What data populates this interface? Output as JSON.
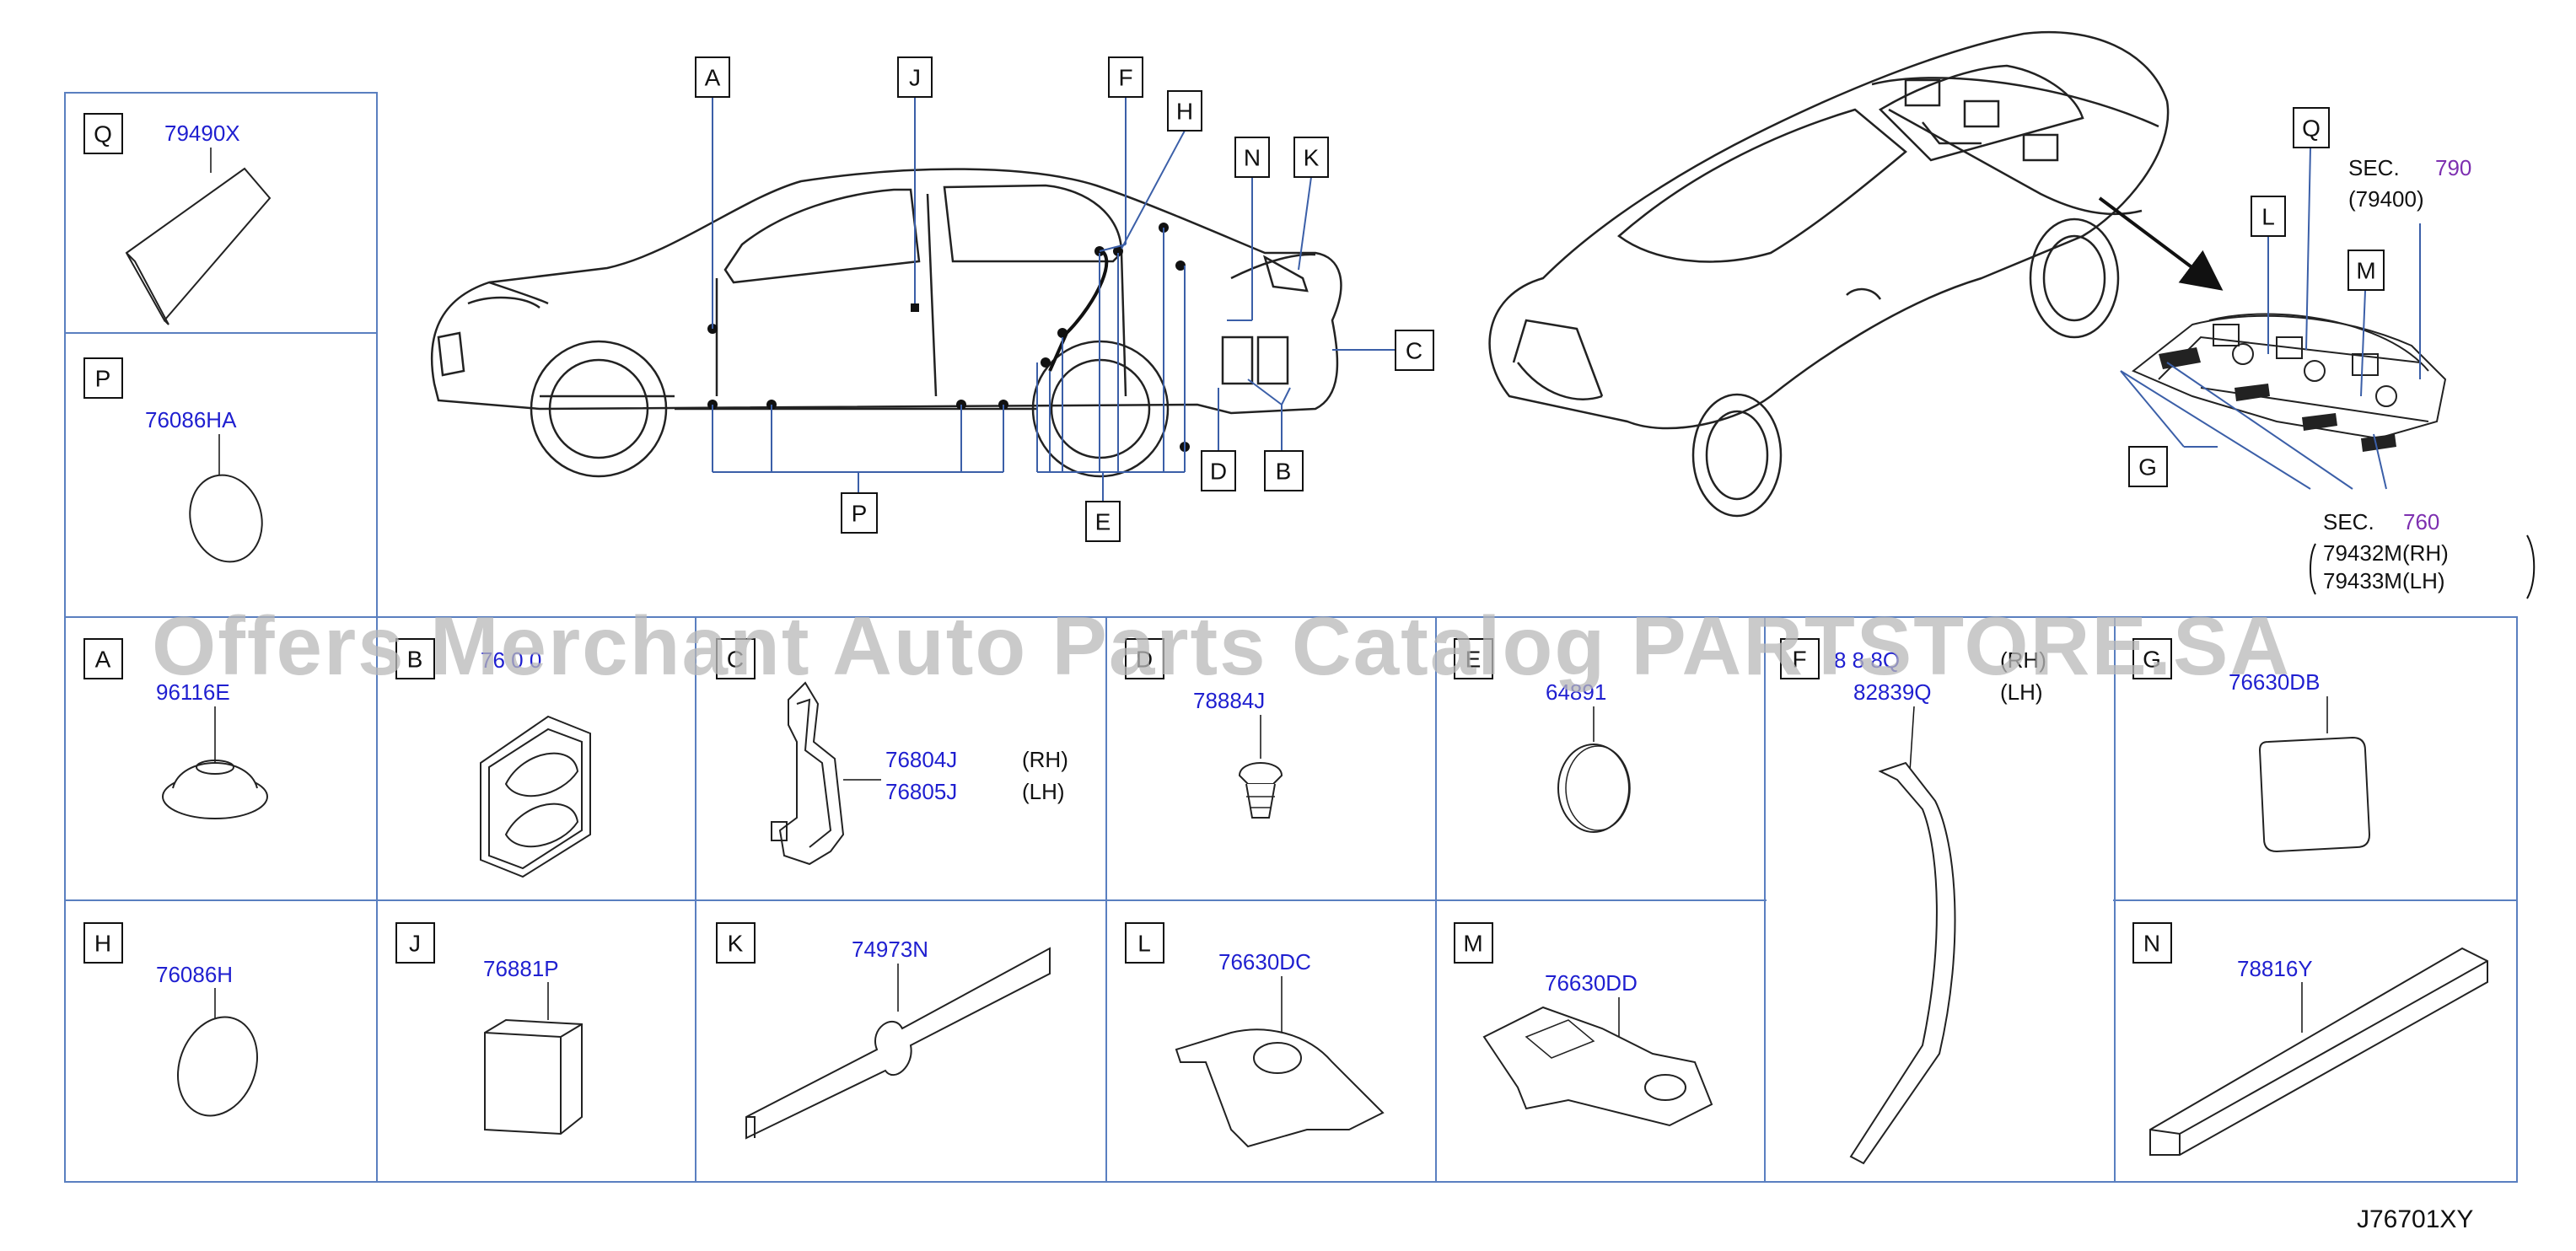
{
  "diagram_code": "J76701XY",
  "watermark": "Offers Merchant Auto Parts Catalog PARTSTORE.SA",
  "colors": {
    "grid": "#5a7fc0",
    "part_number": "#1f1fd0",
    "section_ref": "#7d2fb0"
  },
  "overview": {
    "side_callouts": [
      "A",
      "J",
      "F",
      "H",
      "N",
      "K",
      "C",
      "B",
      "D",
      "E",
      "P"
    ],
    "rear_callouts": [
      "Q",
      "L",
      "M",
      "G"
    ],
    "sec_upper": {
      "label": "SEC.",
      "number": "790",
      "ref": "(79400)"
    },
    "sec_lower": {
      "label": "SEC.",
      "number": "760",
      "ref_rh": "79432M(RH)",
      "ref_lh": "79433M(LH)"
    }
  },
  "cells": {
    "Q": {
      "letter": "Q",
      "part": "79490X"
    },
    "P": {
      "letter": "P",
      "part": "76086HA"
    },
    "A": {
      "letter": "A",
      "part": "96116E"
    },
    "B": {
      "letter": "B",
      "part": "76 0 0"
    },
    "C": {
      "letter": "C",
      "part_rh": "76804J",
      "side_rh": "(RH)",
      "part_lh": "76805J",
      "side_lh": "(LH)"
    },
    "D": {
      "letter": "D",
      "part": "78884J"
    },
    "E": {
      "letter": "E",
      "part": "64891"
    },
    "F": {
      "letter": "F",
      "part_rh": "8 8 8Q",
      "side_rh": "(RH)",
      "part_lh": "82839Q",
      "side_lh": "(LH)"
    },
    "G": {
      "letter": "G",
      "part": "76630DB"
    },
    "H": {
      "letter": "H",
      "part": "76086H"
    },
    "J": {
      "letter": "J",
      "part": "76881P"
    },
    "K": {
      "letter": "K",
      "part": "74973N"
    },
    "L": {
      "letter": "L",
      "part": "76630DC"
    },
    "M": {
      "letter": "M",
      "part": "76630DD"
    },
    "N": {
      "letter": "N",
      "part": "78816Y"
    }
  }
}
